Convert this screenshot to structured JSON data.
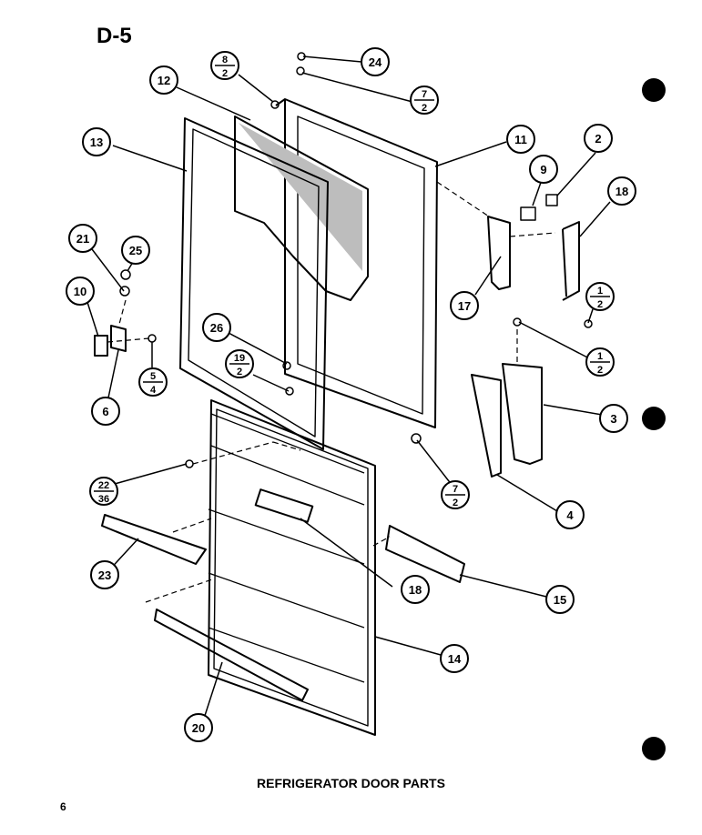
{
  "sheet_id": "D-5",
  "caption": "REFRIGERATOR DOOR PARTS",
  "page_number": "6",
  "callouts": {
    "c24": "24",
    "c12": "12",
    "c13": "13",
    "c11": "11",
    "c2": "2",
    "c9": "9",
    "c18a": "18",
    "c17": "17",
    "c21": "21",
    "c25": "25",
    "c10": "10",
    "c6": "6",
    "c26": "26",
    "c3": "3",
    "c4": "4",
    "c23": "23",
    "c18b": "18",
    "c15": "15",
    "c14": "14",
    "c20": "20"
  },
  "fractions": {
    "f8_2": {
      "num": "8",
      "den": "2"
    },
    "f7_2_top": {
      "num": "7",
      "den": "2"
    },
    "f1_2_a": {
      "num": "1",
      "den": "2"
    },
    "f1_2_b": {
      "num": "1",
      "den": "2"
    },
    "f5_4": {
      "num": "5",
      "den": "4"
    },
    "f19_2": {
      "num": "19",
      "den": "2"
    },
    "f7_2_bot": {
      "num": "7",
      "den": "2"
    },
    "f22_36": {
      "num": "22",
      "den": "36"
    }
  }
}
